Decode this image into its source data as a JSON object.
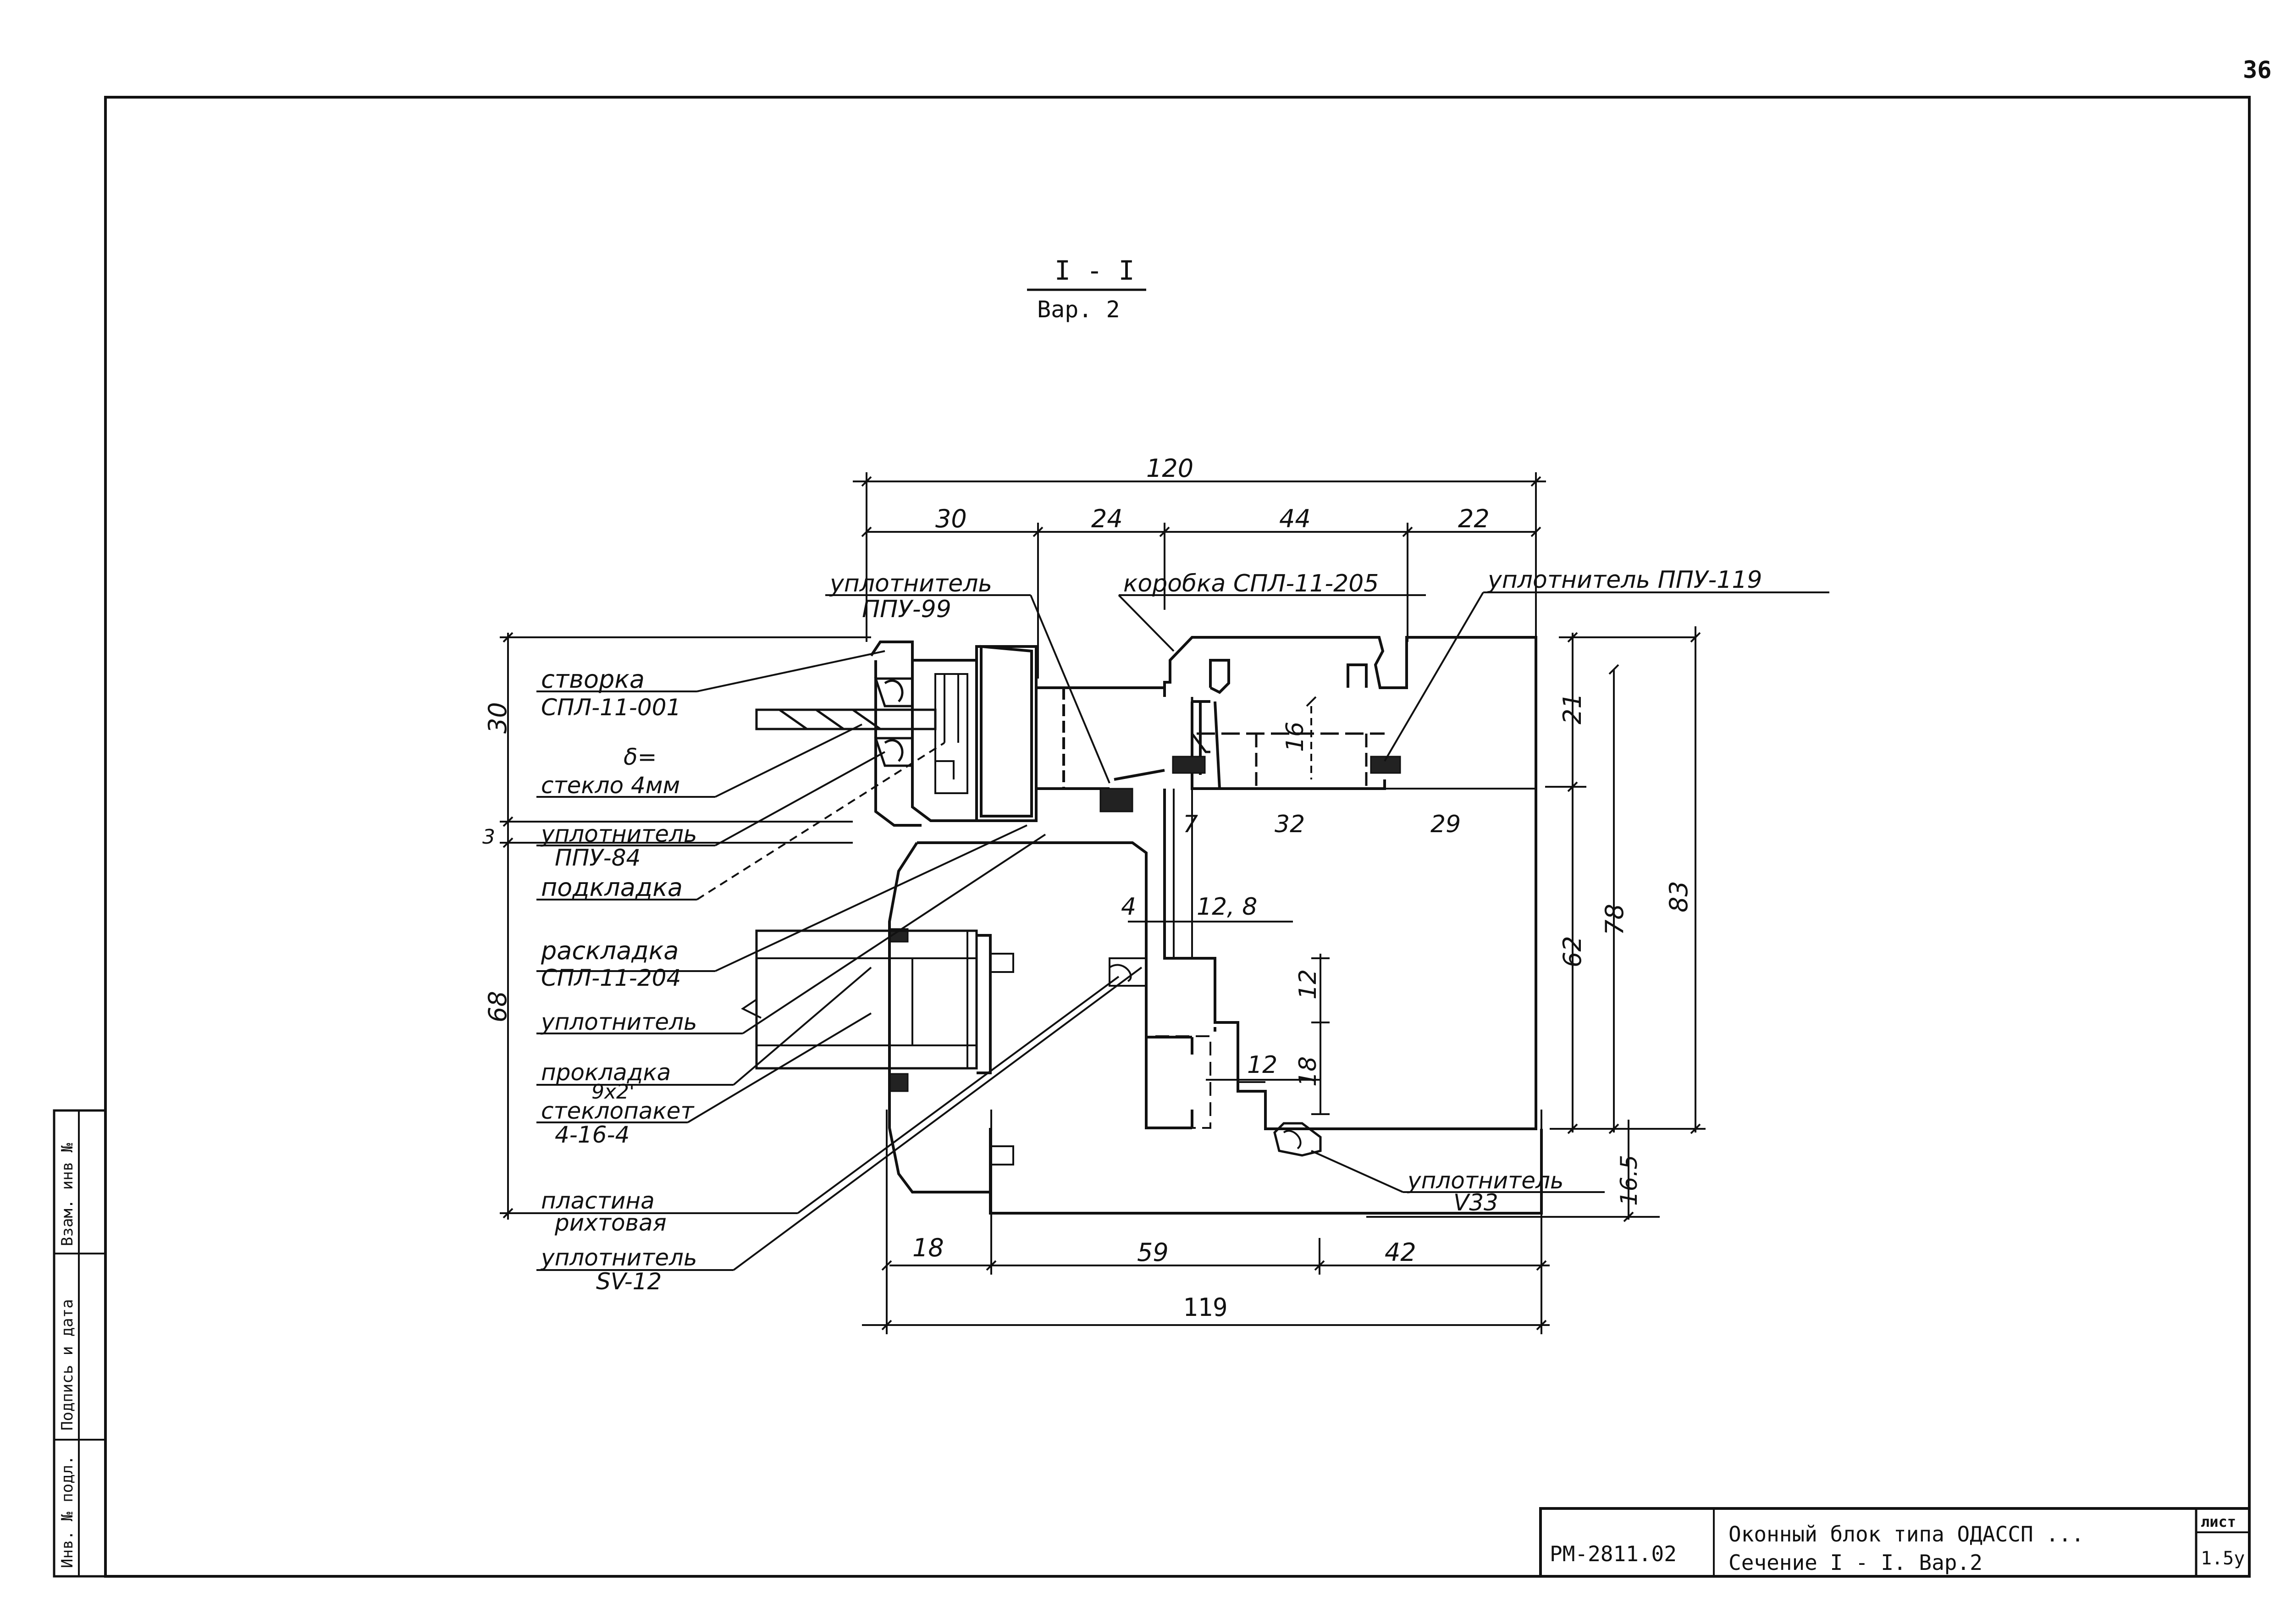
{
  "sheet": {
    "page_number": "36"
  },
  "section": {
    "title": "I - I",
    "variant": "Вар. 2"
  },
  "dims": {
    "top_total": "120",
    "top_a": "30",
    "top_b": "24",
    "top_c": "44",
    "top_d": "22",
    "left_30": "30",
    "left_3": "3",
    "left_68": "68",
    "right_21": "21",
    "right_62": "62",
    "right_78": "78",
    "right_83": "83",
    "right_16_5": "16.5",
    "in_16": "16",
    "in_7": "7",
    "in_32": "32",
    "in_29": "29",
    "in_4": "4",
    "in_12_8": "12, 8",
    "in_12a": "12",
    "in_12b": "12",
    "in_18": "18",
    "bot_18": "18",
    "bot_59": "59",
    "bot_42": "42",
    "bot_total": "119"
  },
  "labels": {
    "korobka": "коробка СПЛ-11-205",
    "upl_ppu99_a": "уплотнитель",
    "upl_ppu99_b": "ППУ-99",
    "upl_ppu119": "уплотнитель ППУ-119",
    "stvorka_a": "створка",
    "stvorka_b": "СПЛ-11-001",
    "delta": "δ=",
    "steklo": "стекло 4мм",
    "upl_ppu84_a": "уплотнитель",
    "upl_ppu84_b": "ППУ-84",
    "podkladka": "подкладка",
    "raskladka_a": "раскладка",
    "raskladka_b": "СПЛ-11-204",
    "uplotnitel": "уплотнитель",
    "prokladka_a": "прокладка",
    "prokladka_b": "9х2'",
    "steklopaket_a": "стеклопакет",
    "steklopaket_b": "4-16-4",
    "plastina_a": "пластина",
    "plastina_b": "рихтовая",
    "upl_sv12_a": "уплотнитель",
    "upl_sv12_b": "SV-12",
    "upl_v33_a": "уплотнитель",
    "upl_v33_b": "V33"
  },
  "stamp": {
    "code": "РМ-2811.02",
    "title_line1": "Оконный блок типа ОДАССП ...",
    "title_line2": "Сечение I - I. Вар.2",
    "sheet_label": "лист",
    "sheet_value": "1.5у"
  },
  "side_stamp": {
    "col1": "Инв. № подл.",
    "col2": "Подпись и дата",
    "col3": "Взам. инв №"
  }
}
